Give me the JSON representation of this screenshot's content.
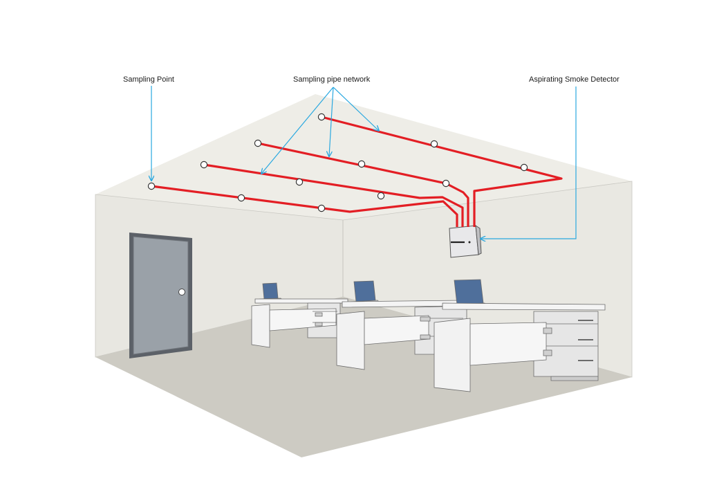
{
  "labels": {
    "sampling_point": "Sampling Point",
    "sampling_pipe_network": "Sampling pipe network",
    "aspirating_smoke_detector": "Aspirating Smoke Detector"
  },
  "colors": {
    "pipe": "#e31e24",
    "callout": "#29a8e0",
    "wall_left": "#e8e7e1",
    "wall_back": "#e9e8e2",
    "ceiling": "#eeede7",
    "floor": "#cdcbc3",
    "door": "#9aa1a8",
    "desk": "#f2f2f2",
    "laptop_screen": "#4f6f9b"
  }
}
